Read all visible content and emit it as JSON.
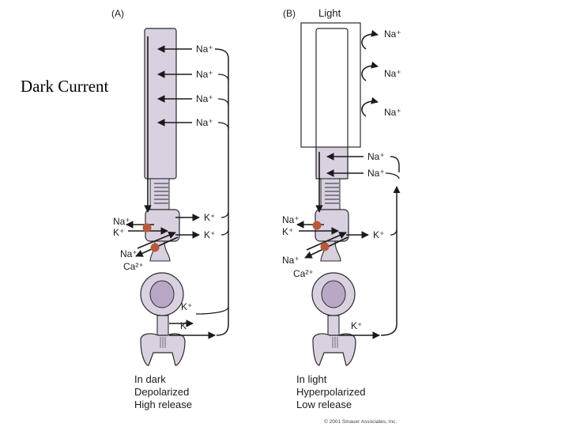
{
  "slide": {
    "title": "Dark Current"
  },
  "colors": {
    "cell_fill": "#d9d0e0",
    "cell_stroke": "#2b2b2b",
    "nucleus": "#b9a7c6",
    "channel_dot": "#b85a3c",
    "background": "#ffffff"
  },
  "panel_a": {
    "label": "(A)",
    "outer_na_labels": [
      "Na⁺",
      "Na⁺",
      "Na⁺",
      "Na⁺"
    ],
    "left_labels": [
      "Na⁺",
      "K⁺",
      "Na⁺",
      "Ca²⁺"
    ],
    "right_k_labels": [
      "K⁺",
      "K⁺",
      "K⁺",
      "K⁺"
    ],
    "caption": [
      "In dark",
      "Depolarized",
      "High release"
    ]
  },
  "panel_b": {
    "label": "(B)",
    "light_label": "Light",
    "curve_na_labels": [
      "Na⁺",
      "Na⁺",
      "Na⁺"
    ],
    "inner_na_labels": [
      "Na⁺",
      "Na⁺"
    ],
    "left_labels": [
      "Na⁺",
      "K⁺",
      "Na⁺",
      "Ca²⁺"
    ],
    "right_k_labels": [
      "K⁺",
      "K⁺"
    ],
    "caption": [
      "In light",
      "Hyperpolarized",
      "Low release"
    ]
  },
  "copyright": "© 2001 Sinauer Associates, Inc."
}
